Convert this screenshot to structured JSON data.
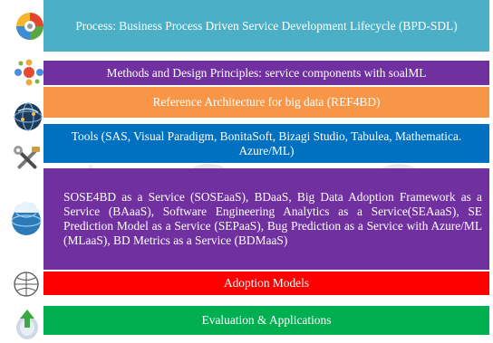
{
  "layers": [
    {
      "id": "process",
      "text": "Process: Business Process Driven Service Development Lifecycle (BPD-SDL)",
      "color": "#4bb0c6",
      "icon": "puzzle-gear-icon"
    },
    {
      "id": "methods",
      "text": "Methods and Design Principles: service components with soalML",
      "color": "#7030a0",
      "icon": "component-network-icon"
    },
    {
      "id": "reference",
      "text": "Reference Architecture for big data (REF4BD)",
      "color": "#f79646",
      "icon": "globe-network-icon"
    },
    {
      "id": "tools",
      "text": "Tools (SAS, Visual Paradigm, BonitaSoft, Bizagi Studio, Tabulea, Mathematica. Azure/ML)",
      "color": "#0070c0",
      "icon": "tools-icon"
    },
    {
      "id": "services",
      "text": "SOSE4BD as a Service (SOSEaaS), BDaaS, Big Data Adoption Framework as a Service (BAaaS), Software Engineering Analytics as a Service(SEAaaS), SE Prediction Model as a Service (SEPaaS), Bug Prediction as a Service with Azure/ML (MLaaS), BD Metrics as a Service (BDMaaS)",
      "color": "#7030a0",
      "icon": "cloud-globe-icon"
    },
    {
      "id": "adoption",
      "text": "Adoption Models",
      "color": "#ff0000",
      "icon": "adoption-diagram-icon"
    },
    {
      "id": "evaluation",
      "text": "Evaluation & Applications",
      "color": "#00b050",
      "icon": "evaluation-bulb-icon"
    }
  ]
}
